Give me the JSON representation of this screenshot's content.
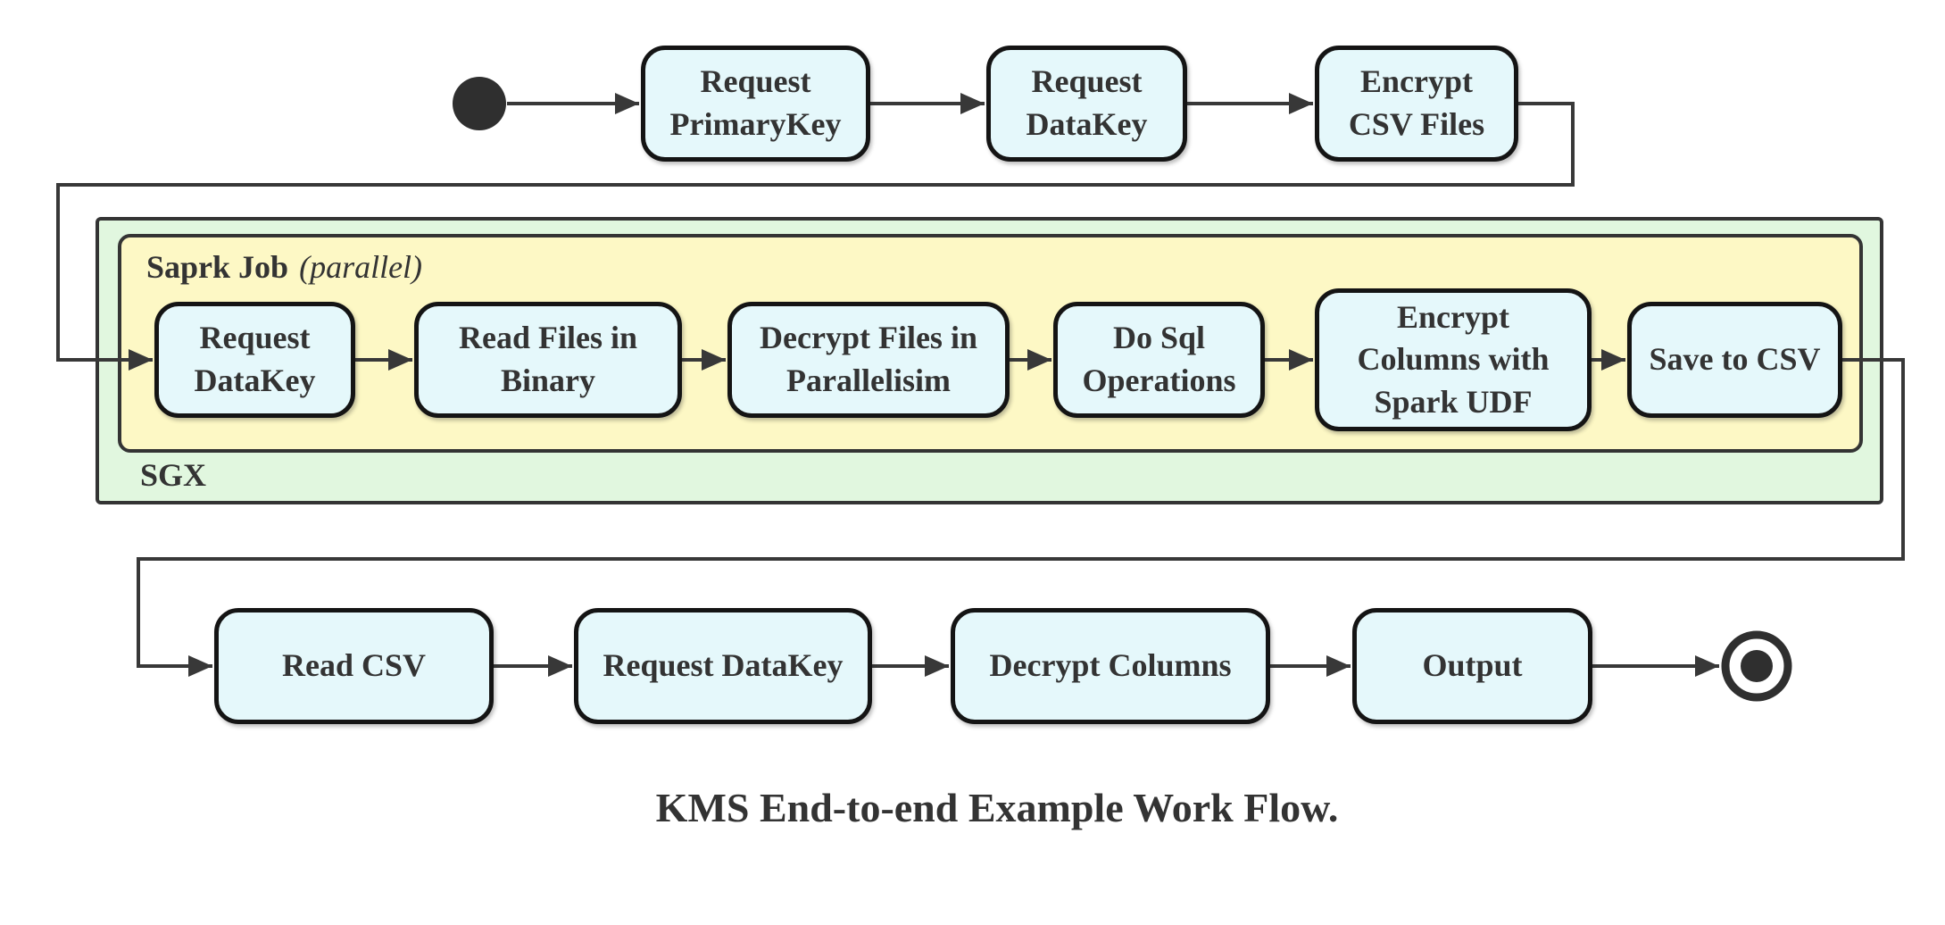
{
  "diagram": {
    "type": "state-flow-diagram",
    "caption": "KMS End-to-end Example Work Flow.",
    "containers": {
      "sgx": {
        "label": "SGX"
      },
      "spark_job": {
        "title": "Saprk Job",
        "annotation": "(parallel)"
      }
    },
    "nodes": {
      "request_primarykey": {
        "label": "Request\nPrimaryKey"
      },
      "request_datakey_top": {
        "label": "Request\nDataKey"
      },
      "encrypt_csv_files": {
        "label": "Encrypt\nCSV Files"
      },
      "request_datakey_sgx": {
        "label": "Request\nDataKey"
      },
      "read_files_in_binary": {
        "label": "Read Files in\nBinary"
      },
      "decrypt_files_in_parallelisim": {
        "label": "Decrypt Files in\nParallelisim"
      },
      "do_sql_operations": {
        "label": "Do Sql\nOperations"
      },
      "encrypt_columns_with_spark_udf": {
        "label": "Encrypt\nColumns with\nSpark UDF"
      },
      "save_to_csv": {
        "label": "Save to CSV"
      },
      "read_csv": {
        "label": "Read CSV"
      },
      "request_datakey_out": {
        "label": "Request DataKey"
      },
      "decrypt_columns": {
        "label": "Decrypt Columns"
      },
      "output": {
        "label": "Output"
      }
    },
    "markers": {
      "start": "start-state (filled circle)",
      "end": "final-state (double circle)"
    },
    "flow": [
      [
        "start",
        "Request PrimaryKey"
      ],
      [
        "Request PrimaryKey",
        "Request DataKey"
      ],
      [
        "Request DataKey",
        "Encrypt CSV Files"
      ],
      [
        "Encrypt CSV Files",
        "Request DataKey (SGX)"
      ],
      [
        "Request DataKey (SGX)",
        "Read Files in Binary"
      ],
      [
        "Read Files in Binary",
        "Decrypt Files in Parallelisim"
      ],
      [
        "Decrypt Files in Parallelisim",
        "Do Sql Operations"
      ],
      [
        "Do Sql Operations",
        "Encrypt Columns with Spark UDF"
      ],
      [
        "Encrypt Columns with Spark UDF",
        "Save to CSV"
      ],
      [
        "Save to CSV",
        "Read CSV"
      ],
      [
        "Read CSV",
        "Request DataKey"
      ],
      [
        "Request DataKey",
        "Decrypt Columns"
      ],
      [
        "Decrypt Columns",
        "Output"
      ],
      [
        "Output",
        "end"
      ]
    ],
    "colors": {
      "node_fill": "#e5f8fb",
      "node_border": "#141414",
      "sgx_fill": "#e1f7df",
      "spark_job_fill": "#fdf8c5",
      "container_border": "#343434",
      "edge": "#383838",
      "text": "#333333",
      "background": "#ffffff"
    }
  }
}
